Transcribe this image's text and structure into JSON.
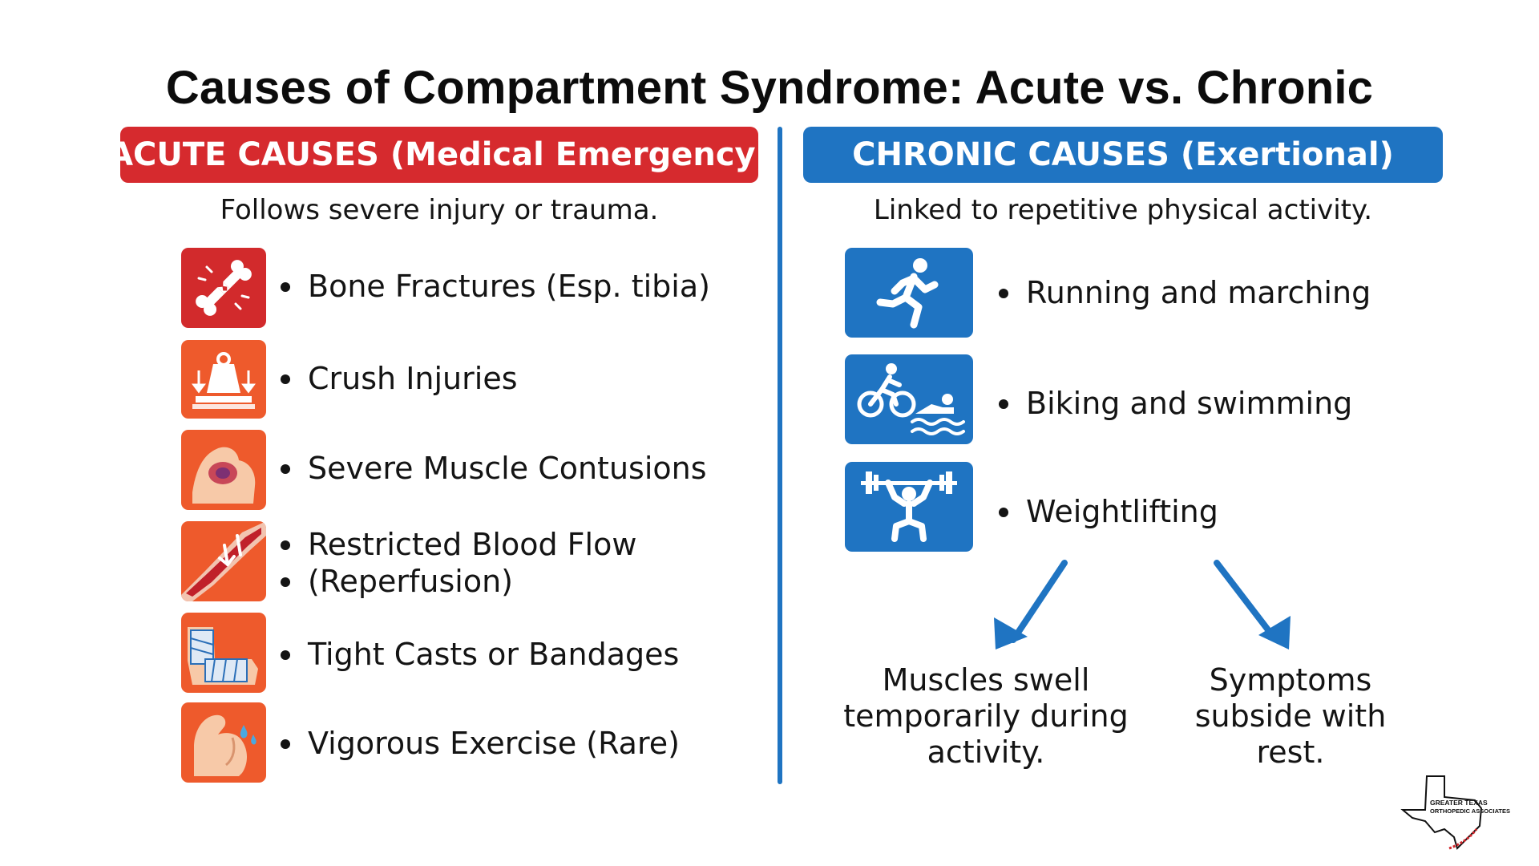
{
  "title": "Causes of Compartment Syndrome: Acute vs. Chronic",
  "acute": {
    "header": "ACUTE CAUSES (Medical Emergency)",
    "subtitle": "Follows severe injury or trauma.",
    "items": [
      {
        "label": "Bone Fractures (Esp. tibia)",
        "icon": "broken-bone-icon"
      },
      {
        "label": "Crush Injuries",
        "icon": "crush-weight-icon"
      },
      {
        "label": "Severe Muscle Contusions",
        "icon": "bruised-arm-icon"
      },
      {
        "label": "Restricted Blood Flow",
        "label2": "(Reperfusion)",
        "icon": "blood-vessel-icon"
      },
      {
        "label": "Tight Casts or Bandages",
        "icon": "arm-cast-icon"
      },
      {
        "label": "Vigorous Exercise (Rare)",
        "icon": "flexed-arm-sweat-icon"
      }
    ]
  },
  "chronic": {
    "header": "CHRONIC CAUSES (Exertional)",
    "subtitle": "Linked to repetitive physical activity.",
    "items": [
      {
        "label": "Running and marching",
        "icon": "runner-icon"
      },
      {
        "label": "Biking and swimming",
        "icon": "cyclist-swimmer-icon"
      },
      {
        "label": "Weightlifting",
        "icon": "weightlifter-icon"
      }
    ],
    "outcomes": [
      {
        "line1": "Muscles swell",
        "line2": "temporarily during",
        "line3": "activity."
      },
      {
        "line1": "Symptoms",
        "line2": "subside with",
        "line3": "rest."
      }
    ]
  },
  "logo": {
    "line1": "GREATER TEXAS",
    "line2": "ORTHOPEDIC ASSOCIATES"
  },
  "colors": {
    "acute_red": "#d62a2e",
    "acute_orange": "#ee5a2c",
    "chronic_blue": "#1f74c2",
    "text": "#141414"
  }
}
